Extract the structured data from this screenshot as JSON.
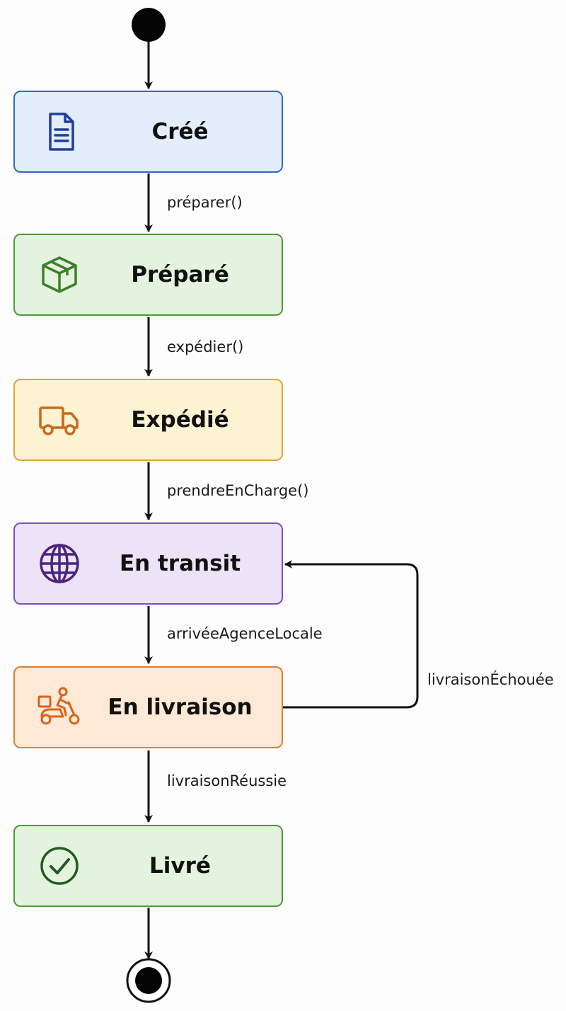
{
  "states": [
    {
      "label": "Créé",
      "icon": "document-icon",
      "fill": "#e3edfb",
      "stroke": "#2f66c8",
      "iconColor": "#1f3f9a"
    },
    {
      "label": "Préparé",
      "icon": "package-icon",
      "fill": "#e4f3dd",
      "stroke": "#4e9a38",
      "iconColor": "#3d7f2a"
    },
    {
      "label": "Expédié",
      "icon": "truck-icon",
      "fill": "#fdf2d2",
      "stroke": "#d9a638",
      "iconColor": "#c86a1a"
    },
    {
      "label": "En transit",
      "icon": "globe-icon",
      "fill": "#ece3f8",
      "stroke": "#7b4ec4",
      "iconColor": "#4b237f"
    },
    {
      "label": "En livraison",
      "icon": "delivery-scooter-icon",
      "fill": "#fde9d6",
      "stroke": "#e07e2c",
      "iconColor": "#d9621c"
    },
    {
      "label": "Livré",
      "icon": "check-circle-icon",
      "fill": "#e4f3dd",
      "stroke": "#4e9a38",
      "iconColor": "#1f5a22"
    }
  ],
  "transitions": {
    "preparer": "préparer()",
    "expedier": "expédier()",
    "prendre": "prendreEnCharge()",
    "arrivee": "arrivéeAgenceLocale",
    "echouee": "livraisonÉchouée",
    "reussie": "livraisonRéussie"
  },
  "colors": {
    "line": "#111111",
    "node": "#050505"
  }
}
